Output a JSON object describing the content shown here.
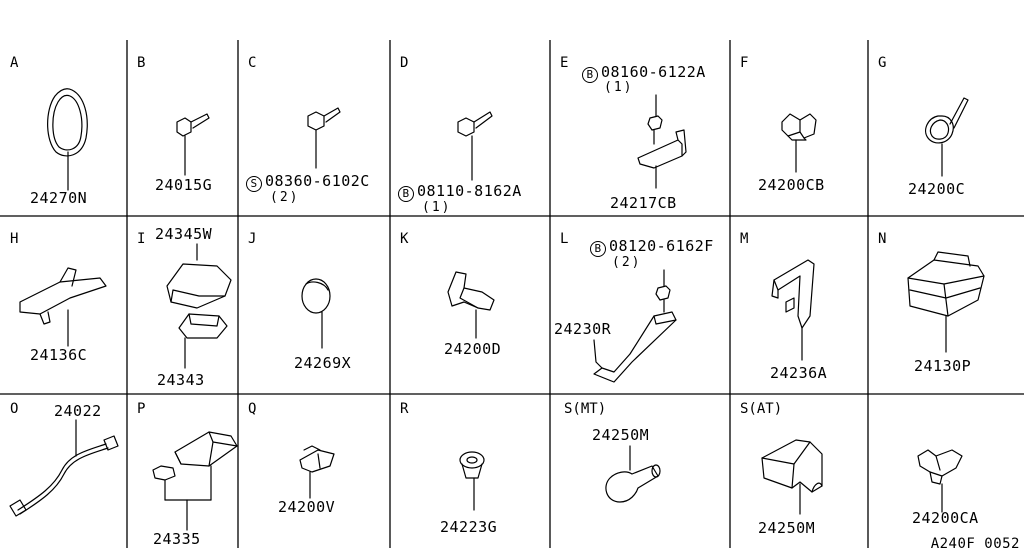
{
  "cells": {
    "A": {
      "letter": "A",
      "part": "24270N",
      "icon": "ring-grommet-icon"
    },
    "B": {
      "letter": "B",
      "part": "24015G",
      "icon": "bolt-icon"
    },
    "C": {
      "letter": "C",
      "part_prefix": "S",
      "part": "08360-6102C",
      "qty": "(2)",
      "icon": "screw-icon"
    },
    "D": {
      "letter": "D",
      "part_prefix": "B",
      "part": "08110-8162A",
      "qty": "(1)",
      "icon": "bolt-icon"
    },
    "E": {
      "letter": "E",
      "sub_prefix": "B",
      "sub_part": "08160-6122A",
      "sub_qty": "(1)",
      "part": "24217CB",
      "icon": "bracket-with-bolt-icon"
    },
    "F": {
      "letter": "F",
      "part": "24200CB",
      "icon": "clip-icon"
    },
    "G": {
      "letter": "G",
      "part": "24200C",
      "icon": "cable-band-icon"
    },
    "H": {
      "letter": "H",
      "part": "24136C",
      "icon": "bracket-icon"
    },
    "I": {
      "letter": "I",
      "part_top": "24345W",
      "part_bottom": "24343",
      "icon": "connector-housing-icon"
    },
    "J": {
      "letter": "J",
      "part": "24269X",
      "icon": "plug-icon"
    },
    "K": {
      "letter": "K",
      "part": "24200D",
      "icon": "clip-icon"
    },
    "L": {
      "letter": "L",
      "sub_prefix": "B",
      "sub_part": "08120-6162F",
      "sub_qty": "(2)",
      "part": "24230R",
      "icon": "strap-bracket-icon"
    },
    "M": {
      "letter": "M",
      "part": "24236A",
      "icon": "bracket-icon"
    },
    "N": {
      "letter": "N",
      "part": "24130P",
      "icon": "relay-box-icon"
    },
    "O": {
      "letter": "O",
      "part": "24022",
      "icon": "harness-icon"
    },
    "P": {
      "letter": "P",
      "part": "24335",
      "icon": "connector-icon"
    },
    "Q": {
      "letter": "Q",
      "part": "24200V",
      "icon": "clip-icon"
    },
    "R": {
      "letter": "R",
      "part": "24223G",
      "icon": "grommet-icon"
    },
    "S_MT": {
      "letter": "S(MT)",
      "part": "24250M",
      "icon": "boot-icon"
    },
    "S_AT": {
      "letter": "S(AT)",
      "part": "24250M",
      "icon": "boot-icon"
    },
    "T": {
      "letter": "",
      "part": "24200CA",
      "icon": "clip-icon"
    }
  },
  "diagram_code": "A240F 0052"
}
